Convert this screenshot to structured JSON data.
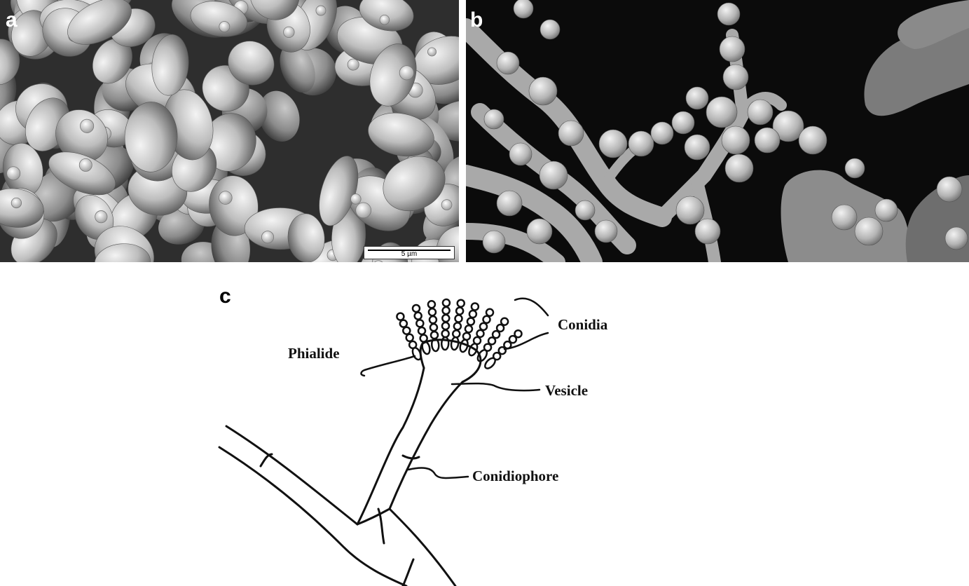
{
  "panels": {
    "a": {
      "letter": "a",
      "scale_bar": "5 µm"
    },
    "b": {
      "letter": "b"
    },
    "c": {
      "letter": "c",
      "labels": {
        "conidia": "Conidia",
        "phialide": "Phialide",
        "vesicle": "Vesicle",
        "conidiophore": "Conidiophore"
      }
    }
  }
}
